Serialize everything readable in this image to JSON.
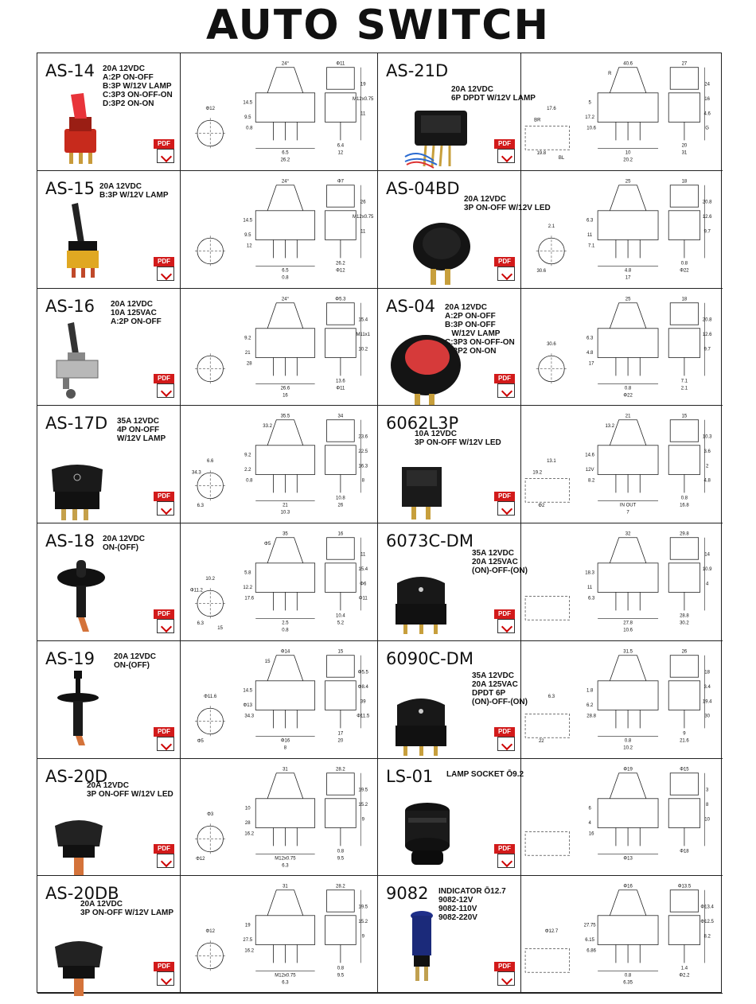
{
  "title": "AUTO SWITCH",
  "pdf_label": "PDF",
  "rows": [
    {
      "left": {
        "code": "AS-14",
        "specs": "20A 12VDC\nA:2P ON-OFF\nB:3P W/12V LAMP\nC:3P3 ON-OFF-ON\nD:3P2 ON-ON",
        "dims": [
          "24°",
          "Φ11",
          "19",
          "M12x0.75",
          "11",
          "14.5",
          "9.5",
          "6.5",
          "6.4",
          "0.8",
          "26.2",
          "12",
          "Φ12"
        ]
      },
      "right": {
        "code": "AS-21D",
        "specs": "20A 12VDC\n6P DPDT W/12V LAMP",
        "dims": [
          "40.6",
          "27",
          "24",
          "16",
          "4.6",
          "5",
          "17.2",
          "10",
          "20",
          "10.6",
          "20.2",
          "31",
          "17.6",
          "19.8",
          "G",
          "R",
          "BR",
          "BL"
        ]
      }
    },
    {
      "left": {
        "code": "AS-15",
        "specs": "20A 12VDC\nB:3P W/12V LAMP",
        "dims": [
          "24°",
          "Φ7",
          "26",
          "M12x0.75",
          "11",
          "14.5",
          "9.5",
          "6.5",
          "26.2",
          "12",
          "0.8",
          "Φ12"
        ]
      },
      "right": {
        "code": "AS-04BD",
        "specs": "20A 12VDC\n3P ON-OFF W/12V LED",
        "dims": [
          "25",
          "18",
          "20.8",
          "12.6",
          "9.7",
          "6.3",
          "11",
          "4.8",
          "0.8",
          "7.1",
          "17",
          "Φ22",
          "2.1",
          "30.6"
        ]
      }
    },
    {
      "left": {
        "code": "AS-16",
        "specs": "20A 12VDC\n10A 125VAC\nA:2P ON-OFF",
        "dims": [
          "24°",
          "Φ5.3",
          "15.4",
          "M11x1",
          "10.2",
          "9.2",
          "21",
          "26.6",
          "13.6",
          "28",
          "16",
          "Φ11"
        ]
      },
      "right": {
        "code": "AS-04",
        "specs": "20A 12VDC\nA:2P ON-OFF\nB:3P ON-OFF\n   W/12V LAMP\nC:3P3 ON-OFF-ON\nD:3P2 ON-ON",
        "dims": [
          "25",
          "18",
          "20.8",
          "12.6",
          "9.7",
          "6.3",
          "4.8",
          "0.8",
          "7.1",
          "17",
          "Φ22",
          "2.1",
          "30.6"
        ]
      }
    },
    {
      "left": {
        "code": "AS-17D",
        "specs": "35A 12VDC\n4P ON-OFF\nW/12V LAMP",
        "dims": [
          "35.5",
          "34",
          "23.6",
          "22.5",
          "16.3",
          "9.2",
          "2.2",
          "21",
          "10.8",
          "0.8",
          "10.3",
          "26",
          "6.6",
          "6.3",
          "8",
          "33.2",
          "34.3"
        ]
      },
      "right": {
        "code": "6062L3P",
        "specs": "10A 12VDC\n3P ON-OFF W/12V LED",
        "dims": [
          "21",
          "15",
          "10.3",
          "3.6",
          "2",
          "14.6",
          "12V",
          "IN OUT",
          "0.8",
          "8.2",
          "7",
          "16.8",
          "13.1",
          "Φ2",
          "4.8",
          "13.2",
          "19.2"
        ]
      }
    },
    {
      "left": {
        "code": "AS-18",
        "specs": "20A 12VDC\nON-(OFF)",
        "dims": [
          "35",
          "16",
          "11",
          "15.4",
          "Φ6",
          "5.8",
          "12.2",
          "2.5",
          "10.4",
          "17.6",
          "0.8",
          "5.2",
          "10.2",
          "6.3",
          "Φ11",
          "Φ5",
          "Φ11.2",
          "15"
        ]
      },
      "right": {
        "code": "6073C-DM",
        "specs": "35A 12VDC\n20A 125VAC\n(ON)-OFF-(ON)",
        "dims": [
          "32",
          "29.8",
          "14",
          "10.9",
          "4",
          "18.3",
          "11",
          "27.8",
          "28.8",
          "6.3",
          "10.6",
          "30.2"
        ]
      }
    },
    {
      "left": {
        "code": "AS-19",
        "specs": "20A 12VDC\nON-(OFF)",
        "dims": [
          "Φ14",
          "15",
          "Φ5.5",
          "Φ8.4",
          "39",
          "14.5",
          "Φ13",
          "Φ16",
          "17",
          "34.3",
          "8",
          "20",
          "Φ11.6",
          "Φ5",
          "Φ11.5",
          "15"
        ]
      },
      "right": {
        "code": "6090C-DM",
        "specs": "35A 12VDC\n20A 125VAC\nDPDT 6P\n(ON)-OFF-(ON)",
        "dims": [
          "31.5",
          "26",
          "18",
          "3.4",
          "19.4",
          "1.8",
          "6.2",
          "0.8",
          "9",
          "28.8",
          "10.2",
          "21.6",
          "6.3",
          "22",
          "30"
        ]
      }
    },
    {
      "left": {
        "code": "AS-20D",
        "specs": "20A 12VDC\n3P ON-OFF W/12V LED",
        "dims": [
          "31",
          "28.2",
          "19.5",
          "15.2",
          "9",
          "10",
          "28",
          "M12x0.75",
          "0.8",
          "16.2",
          "6.3",
          "9.5",
          "Φ3",
          "Φ12"
        ]
      },
      "right": {
        "code": "LS-01",
        "specs": "LAMP SOCKET Ō9.2",
        "dims": [
          "Φ19",
          "Φ15",
          "3",
          "8",
          "10",
          "6",
          "4",
          "Φ13",
          "Φ18",
          "16"
        ]
      }
    },
    {
      "left": {
        "code": "AS-20DB",
        "specs": "20A 12VDC\n3P ON-OFF W/12V LAMP",
        "dims": [
          "31",
          "28.2",
          "19.5",
          "15.2",
          "9",
          "19",
          "27.5",
          "M12x0.75",
          "0.8",
          "16.2",
          "6.3",
          "9.5",
          "Φ12"
        ]
      },
      "right": {
        "code": "9082",
        "specs": "INDICATOR Ō12.7\n9082-12V\n9082-110V\n9082-220V",
        "dims": [
          "Φ16",
          "Φ13.5",
          "Φ13.4",
          "Φ12.5",
          "8.2",
          "27.75",
          "6.15",
          "0.8",
          "1.4",
          "6.86",
          "6.35",
          "Φ2.2",
          "Φ12.7"
        ]
      }
    }
  ]
}
